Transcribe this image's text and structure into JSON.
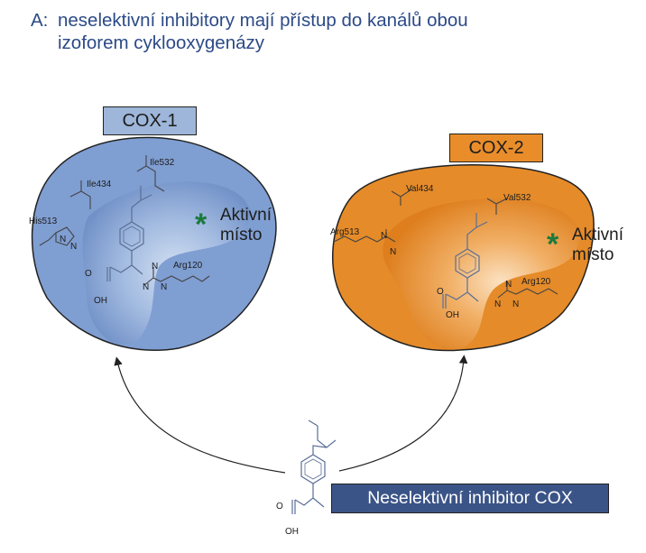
{
  "title": {
    "prefix": "A:",
    "line1": "neselektivní inhibitory mají přístup do kanálů obou",
    "line2": "izoforem cyklooxygenázy"
  },
  "cox1": {
    "label": "COX-1",
    "color": "#7e9cd0",
    "site_label_1": "Aktivní",
    "site_label_2": "místo",
    "residues": {
      "ile532": "Ile532",
      "ile434": "Ile434",
      "his513": "His513",
      "arg120": "Arg120"
    },
    "molecule": {
      "n1": "N",
      "n2": "N",
      "n3": "N",
      "n4": "N",
      "n5": "N",
      "o": "O",
      "oh": "OH"
    }
  },
  "cox2": {
    "label": "COX-2",
    "color": "#e38a2a",
    "site_label_1": "Aktivní",
    "site_label_2": "místo",
    "residues": {
      "val434": "Val434",
      "val532": "Val532",
      "arg513": "Arg513",
      "arg120": "Arg120"
    },
    "molecule": {
      "n1": "N",
      "n2": "N",
      "n3": "N",
      "n4": "N",
      "n5": "N",
      "o": "O",
      "oh": "OH"
    }
  },
  "inhibitor": {
    "label": "Neselektivní inhibitor COX",
    "molecule": {
      "o": "O",
      "oh": "OH"
    }
  },
  "active_site_marker": "*",
  "colors": {
    "title": "#2c4a87",
    "star": "#1c7a3d",
    "inhibitor_box": "#3b5487"
  }
}
